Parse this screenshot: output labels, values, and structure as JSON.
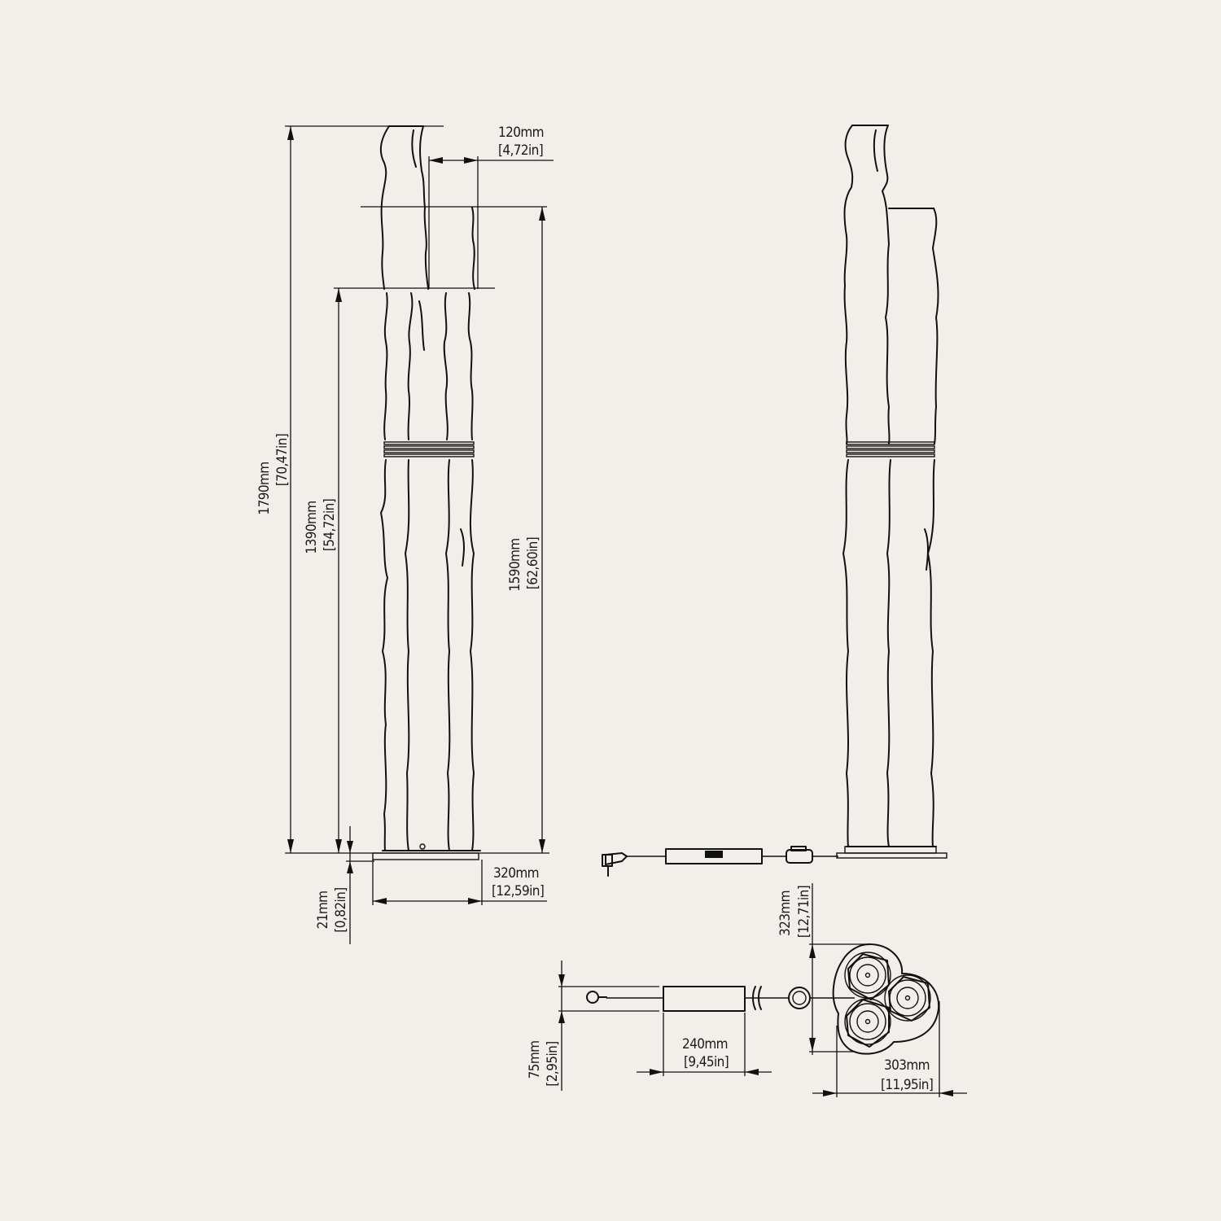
{
  "drawing": {
    "title": "Floor lamp dimension drawing",
    "background": "#f2efeb",
    "line_color": "#111111"
  },
  "dimensions": {
    "overall_height": {
      "mm": "1790mm",
      "in": "[70,47in]"
    },
    "mid_height": {
      "mm": "1590mm",
      "in": "[62,60in]"
    },
    "low_height": {
      "mm": "1390mm",
      "in": "[54,72in]"
    },
    "tube_diameter": {
      "mm": "120mm",
      "in": "[4,72in]"
    },
    "base_thickness": {
      "mm": "21mm",
      "in": "[0,82in]"
    },
    "base_width": {
      "mm": "320mm",
      "in": "[12,59in]"
    },
    "driver_height": {
      "mm": "75mm",
      "in": "[2,95in]"
    },
    "driver_length": {
      "mm": "240mm",
      "in": "[9,45in]"
    },
    "top_depth": {
      "mm": "323mm",
      "in": "[12,71in]"
    },
    "top_width": {
      "mm": "303mm",
      "in": "[11,95in]"
    }
  },
  "views": {
    "front": "front-elevation",
    "side": "side-elevation",
    "top": "plan-view"
  }
}
